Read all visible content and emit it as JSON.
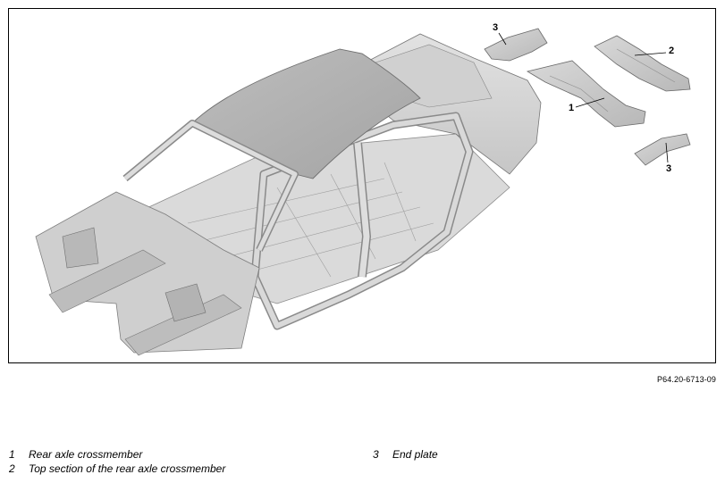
{
  "figure": {
    "id": "P64.20-6713-09",
    "callouts": [
      "1",
      "2",
      "3",
      "3"
    ]
  },
  "legend": [
    {
      "number": "1",
      "text": "Rear axle crossmember"
    },
    {
      "number": "2",
      "text": "Top section of the rear axle crossmember"
    },
    {
      "number": "3",
      "text": "End plate"
    }
  ]
}
